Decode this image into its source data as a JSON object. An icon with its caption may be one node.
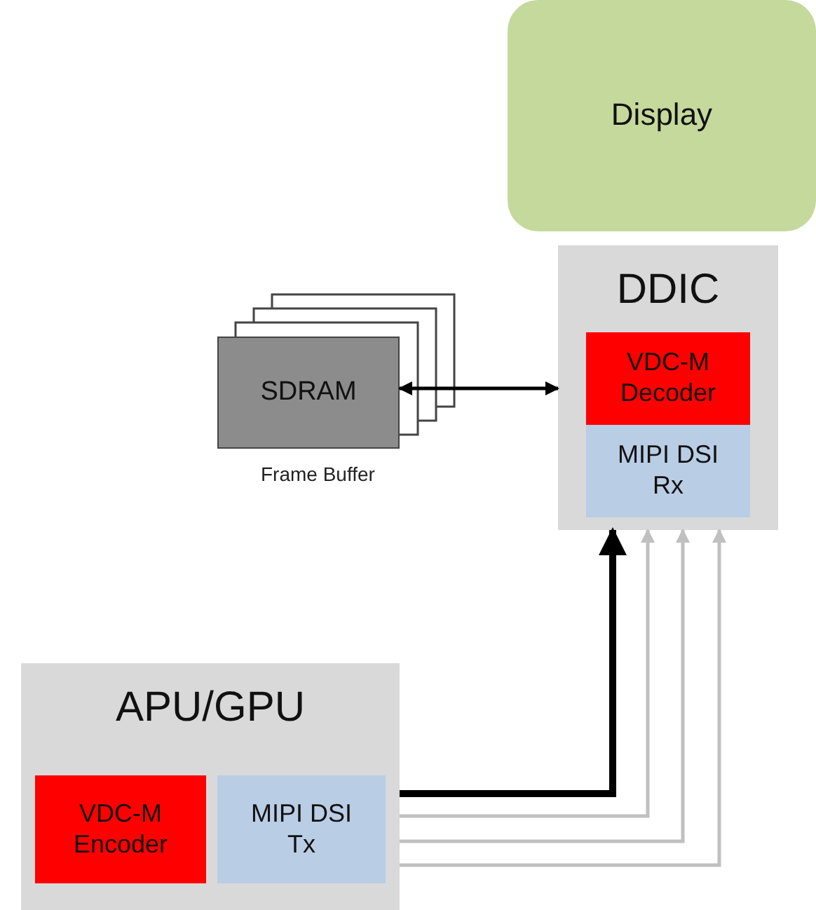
{
  "diagram": {
    "nodes": [
      {
        "text": [
          "Display"
        ]
      },
      {
        "text": [
          "DDIC"
        ]
      },
      {
        "text": [
          "VDC-M Decoder"
        ],
        "in": 1
      },
      {
        "text": [
          "MIPI DSI Rx"
        ],
        "in": 1
      },
      {
        "text": [
          "SDRAM"
        ],
        "beside": [
          "Frame Buffer"
        ]
      },
      {
        "text": [
          "APU/GPU"
        ]
      },
      {
        "text": [
          "VDC-M Encoder"
        ],
        "in": 5
      },
      {
        "text": [
          "MIPI DSI Tx"
        ],
        "in": 5
      }
    ],
    "edges": [
      {
        "from": 4,
        "to": 1,
        "arrow": "both",
        "color": "#000000"
      },
      {
        "from": 5,
        "to": 1,
        "arrow": "to",
        "style": "thick",
        "color": "#000000"
      },
      {
        "from": 5,
        "to": 1,
        "arrow": "to",
        "color": "#c0c0c0"
      },
      {
        "from": 5,
        "to": 1,
        "arrow": "to",
        "color": "#c0c0c0"
      },
      {
        "from": 5,
        "to": 1,
        "arrow": "to",
        "color": "#c0c0c0"
      }
    ]
  }
}
